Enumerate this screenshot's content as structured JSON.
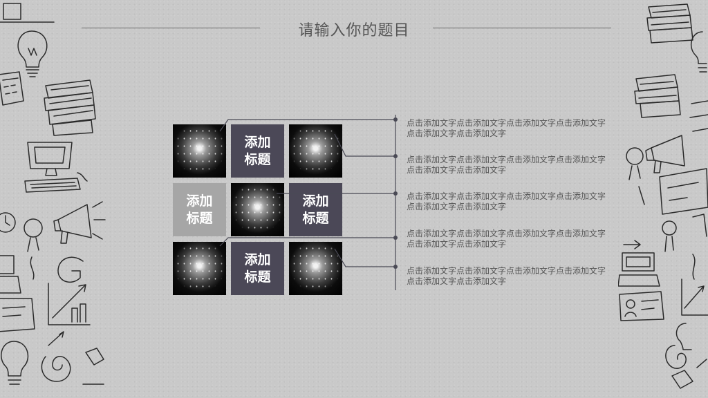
{
  "title": "请输入你的题目",
  "tiles": {
    "t2": "添加标题",
    "t4": "添加标题",
    "t6": "添加标题",
    "t8": "添加标题"
  },
  "items": [
    "点击添加文字点击添加文字点击添加文字点击添加文字点击添加文字点击添加文字",
    "点击添加文字点击添加文字点击添加文字点击添加文字点击添加文字点击添加文字",
    "点击添加文字点击添加文字点击添加文字点击添加文字点击添加文字点击添加文字",
    "点击添加文字点击添加文字点击添加文字点击添加文字点击添加文字点击添加文字",
    "点击添加文字点击添加文字点击添加文字点击添加文字点击添加文字点击添加文字"
  ],
  "colors": {
    "tile_dark": "#4b4857",
    "tile_light": "#a6a6a6",
    "line": "#4a4a55"
  },
  "icons": [
    "lightbulb-icon",
    "books-icon",
    "computer-icon",
    "megaphone-icon",
    "magnifier-icon",
    "growth-chart-icon",
    "target-icon",
    "clock-icon"
  ]
}
